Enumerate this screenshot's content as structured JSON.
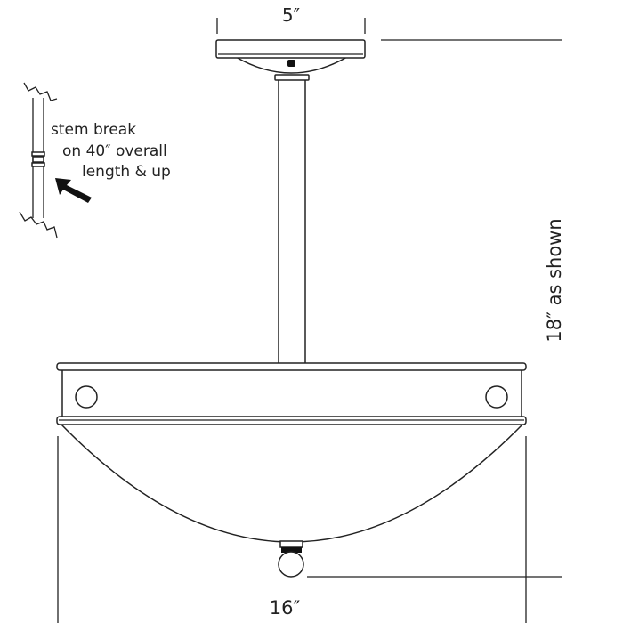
{
  "dimensions": {
    "canopy_width": "5″",
    "overall_height": "18″ as shown",
    "bowl_width": "16″"
  },
  "inset": {
    "line1": "stem break",
    "line2": "on 40″ overall",
    "line3": "length & up"
  },
  "colors": {
    "line": "#222222",
    "background": "#ffffff"
  }
}
